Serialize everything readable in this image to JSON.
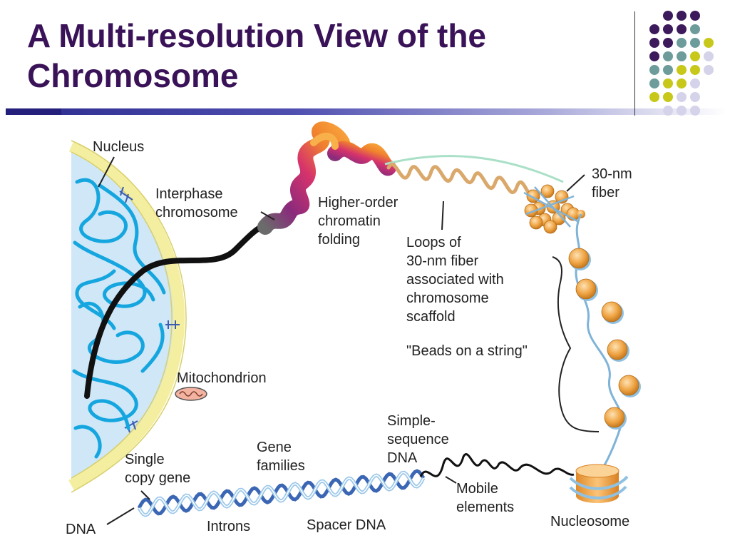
{
  "title": {
    "line1": "A Multi-resolution View of the",
    "line2": "Chromosome"
  },
  "colors": {
    "title": "#3a1258",
    "dot_purple": "#3c1a5b",
    "dot_teal": "#6d9c9a",
    "dot_olive": "#c8c81a",
    "dot_lavender": "#d5d3ea",
    "nucleus_fill": "#cfe7f7",
    "nuclear_envelope": "#f4eea0",
    "chromatin_blue": "#15a6df",
    "bead_orange": "#f0a545"
  },
  "labels": {
    "nucleus": "Nucleus",
    "interphase_1": "Interphase",
    "interphase_2": "chromosome",
    "higher_order_1": "Higher-order",
    "higher_order_2": "chromatin",
    "higher_order_3": "folding",
    "fiber_30nm_1": "30-nm",
    "fiber_30nm_2": "fiber",
    "loops_1": "Loops of",
    "loops_2": "30-nm fiber",
    "loops_3": "associated with",
    "loops_4": "chromosome",
    "loops_5": "scaffold",
    "beads": "\"Beads on a string\"",
    "mitochondrion": "Mitochondrion",
    "simple_seq_1": "Simple-",
    "simple_seq_2": "sequence",
    "simple_seq_3": "DNA",
    "gene_families_1": "Gene",
    "gene_families_2": "families",
    "single_copy_1": "Single",
    "single_copy_2": "copy gene",
    "mobile_1": "Mobile",
    "mobile_2": "elements",
    "dna": "DNA",
    "introns": "Introns",
    "spacer": "Spacer DNA",
    "nucleosome": "Nucleosome"
  }
}
